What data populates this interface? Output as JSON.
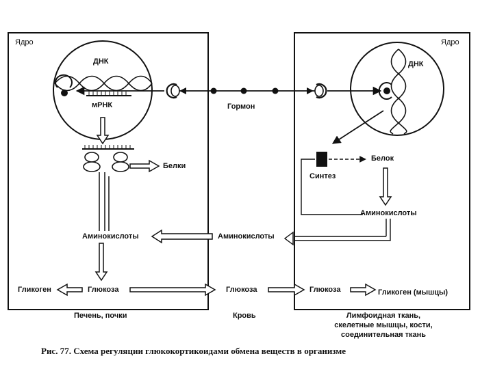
{
  "labels": {
    "nucleus_left": "Ядро",
    "nucleus_right": "Ядро",
    "dna_left": "ДНК",
    "dna_right": "ДНК",
    "mrna": "мРНК",
    "hormone": "Гормон",
    "proteins": "Белки",
    "protein": "Белок",
    "synthesis": "Синтез",
    "amino_acids_right": "Аминокислоты",
    "amino_acids_middle": "Аминокислоты",
    "amino_acids_left": "Аминокислоты",
    "glycogen_left": "Гликоген",
    "glucose_left": "Глюкоза",
    "glucose_blood": "Глюкоза",
    "glucose_right": "Глюкоза",
    "glycogen_muscle": "Гликоген (мышцы)",
    "liver_kidneys": "Печень, почки",
    "blood": "Кровь",
    "lymphoid_line1": "Лимфоидная ткань,",
    "lymphoid_line2": "скелетные мышцы, кости,",
    "lymphoid_line3": "соединительная ткань"
  },
  "caption": "Рис. 77. Схема регуляции глюкокортикоидами обмена веществ в организме"
}
